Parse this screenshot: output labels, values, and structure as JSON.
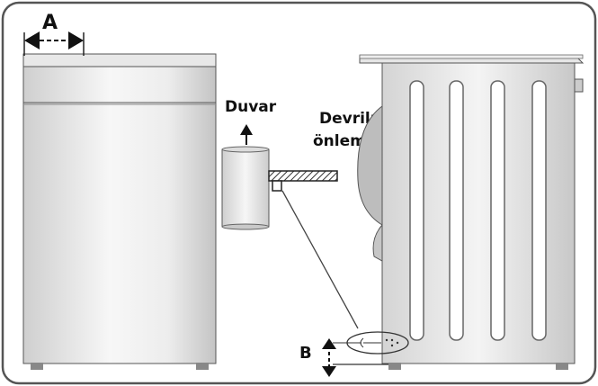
{
  "labels": {
    "dimension_a": "A",
    "dimension_b": "B",
    "wall": "Duvar",
    "kit_line1": "Devrilmeyi",
    "kit_line2": "önleme kiti"
  },
  "colors": {
    "frame": "#555555",
    "body_light": "#f4f4f4",
    "body_mid": "#d6d6d6",
    "body_dark": "#bdbdbd",
    "outline": "#444444",
    "text": "#111111"
  },
  "icons": [
    "double-arrow-horizontal-icon",
    "double-arrow-vertical-icon",
    "arrow-up-icon"
  ]
}
